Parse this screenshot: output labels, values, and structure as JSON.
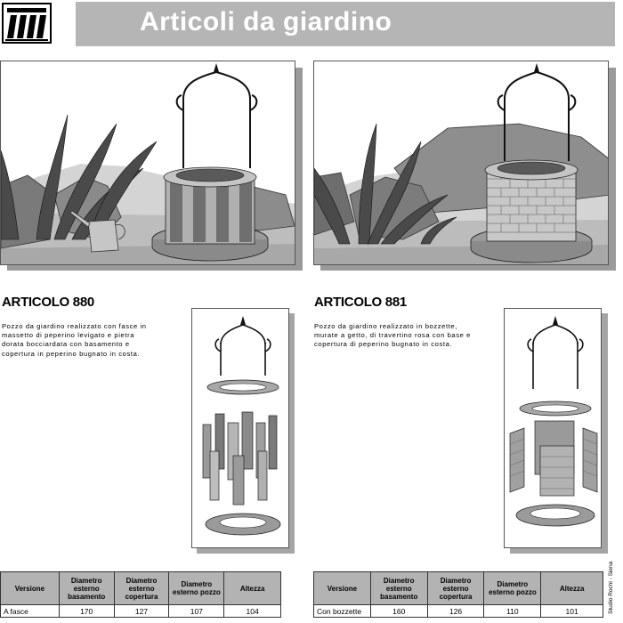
{
  "header": {
    "title": "Articoli da giardino",
    "logo": "company-logo"
  },
  "articles": [
    {
      "title": "ARTICOLO 880",
      "description": "Pozzo da giardino realizzato con fasce in massetto di peperino levigato e pietra dorata bocciardata con basamento e copertura in peperino bugnato in costa.",
      "table": {
        "headers": [
          "Versione",
          "Diametro esterno basamento",
          "Diametro esterno copertura",
          "Diametro esterno pozzo",
          "Altezza"
        ],
        "rows": [
          [
            "A fasce",
            "170",
            "127",
            "107",
            "104"
          ]
        ]
      }
    },
    {
      "title": "ARTICOLO 881",
      "description": "Pozzo da giardino realizzato in bozzette, murate a getto, di travertino rosa con base e copertura di peperino bugnato in costa.",
      "table": {
        "headers": [
          "Versione",
          "Diametro esterno basamento",
          "Diametro esterno copertura",
          "Diametro esterno pozzo",
          "Altezza"
        ],
        "rows": [
          [
            "Con bozzette",
            "160",
            "126",
            "110",
            "101"
          ]
        ]
      }
    }
  ],
  "credit": "Studio Rochi - Siena"
}
